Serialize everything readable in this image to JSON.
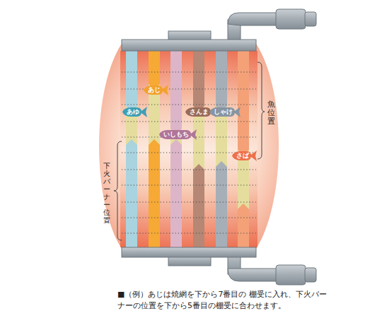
{
  "diagram": {
    "caption": "■（例）あじは焼網を下から7番目の 棚受に入れ、下火バーナーの位置を下から5番目の棚受に合わせます。",
    "nodes": [
      {
        "text": [
          "あじ"
        ]
      },
      {
        "text": [
          "あゆ"
        ]
      },
      {
        "text": [
          "さんま"
        ]
      },
      {
        "text": [
          "しゃけ"
        ]
      },
      {
        "text": [
          "いしもち"
        ]
      },
      {
        "text": [
          "さば"
        ]
      }
    ],
    "labels": [
      "魚位置",
      "下火バーナー位置"
    ]
  }
}
